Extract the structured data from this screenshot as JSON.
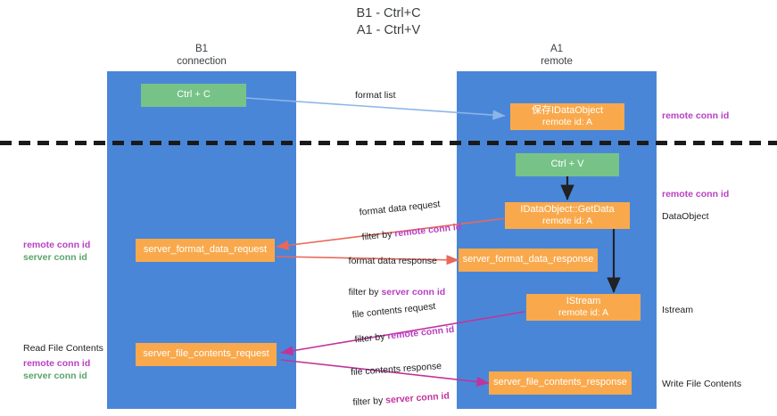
{
  "title": "B1 - Ctrl+C\nA1 - Ctrl+V",
  "columns": {
    "left": "B1\nconnection",
    "right": "A1\nremote"
  },
  "nodes": {
    "ctrl_c": "Ctrl + C",
    "save_dataobject_line1": "保存IDataObject",
    "save_dataobject_line2": "remote id: A",
    "ctrl_v": "Ctrl + V",
    "getdata_line1": "IDataObject::GetData",
    "getdata_line2": "remote id: A",
    "server_format_data_request": "server_format_data_request",
    "server_format_data_response": "server_format_data_response",
    "istream_line1": "IStream",
    "istream_line2": "remote id: A",
    "server_file_contents_request": "server_file_contents_request",
    "server_file_contents_response": "server_file_contents_response"
  },
  "edges": {
    "format_list": "format list",
    "format_data_request": "format data request",
    "format_data_request_filter_prefix": "filter by ",
    "format_data_request_filter_key": "remote conn id",
    "format_data_response": "format data response",
    "format_data_response_filter_prefix": "filter by ",
    "format_data_response_filter_key": "server conn id",
    "file_contents_request": "file contents request",
    "file_contents_request_filter_prefix": "filter by ",
    "file_contents_request_filter_key": "remote conn id",
    "file_contents_response": "file contents response",
    "file_contents_response_filter_prefix": "filter by ",
    "file_contents_response_filter_key": "server conn id"
  },
  "annotations": {
    "right_remote_conn_id_top": "remote conn id",
    "right_remote_conn_id_mid": "remote conn id",
    "right_dataobject": "DataObject",
    "right_istream": "Istream",
    "right_write_file_contents": "Write File Contents",
    "left_remote_conn_id_mid": "remote conn id",
    "left_server_conn_id_mid": "server conn id",
    "left_read_file_contents": "Read File Contents",
    "left_remote_conn_id_bottom": "remote conn id",
    "left_server_conn_id_bottom": "server conn id"
  },
  "colors": {
    "lane": "#4a86d8",
    "green_node": "#77c387",
    "orange_node": "#f9a94c",
    "purple_text": "#b93fc4",
    "green_text": "#5aa469",
    "arrow_blue": "#8ab6e8",
    "arrow_red": "#e8685a",
    "arrow_magenta": "#c2339c",
    "arrow_dark": "#202124",
    "divider": "#1a1a1a"
  }
}
